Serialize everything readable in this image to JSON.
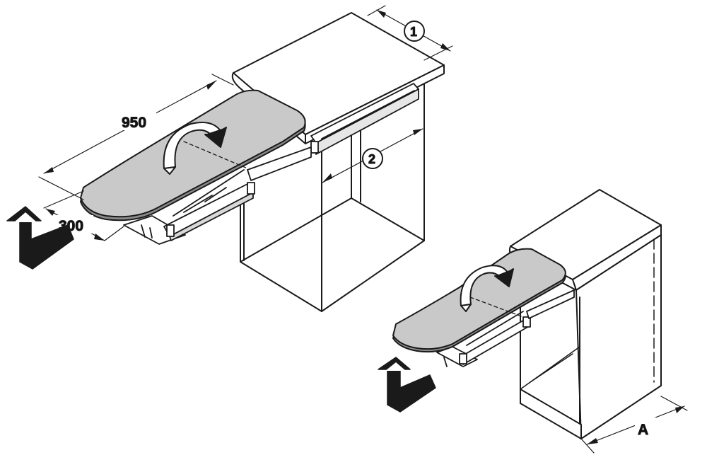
{
  "dimensions": {
    "length_label": "950",
    "width_label": "300",
    "marker_1": "1",
    "marker_2": "2",
    "marker_a": "A"
  },
  "colors": {
    "line": "#1a1a1a",
    "board": "#c9c9c9",
    "board_shadow": "#8a8a8a",
    "white": "#ffffff",
    "arrow_dark": "#1a1a1a"
  }
}
